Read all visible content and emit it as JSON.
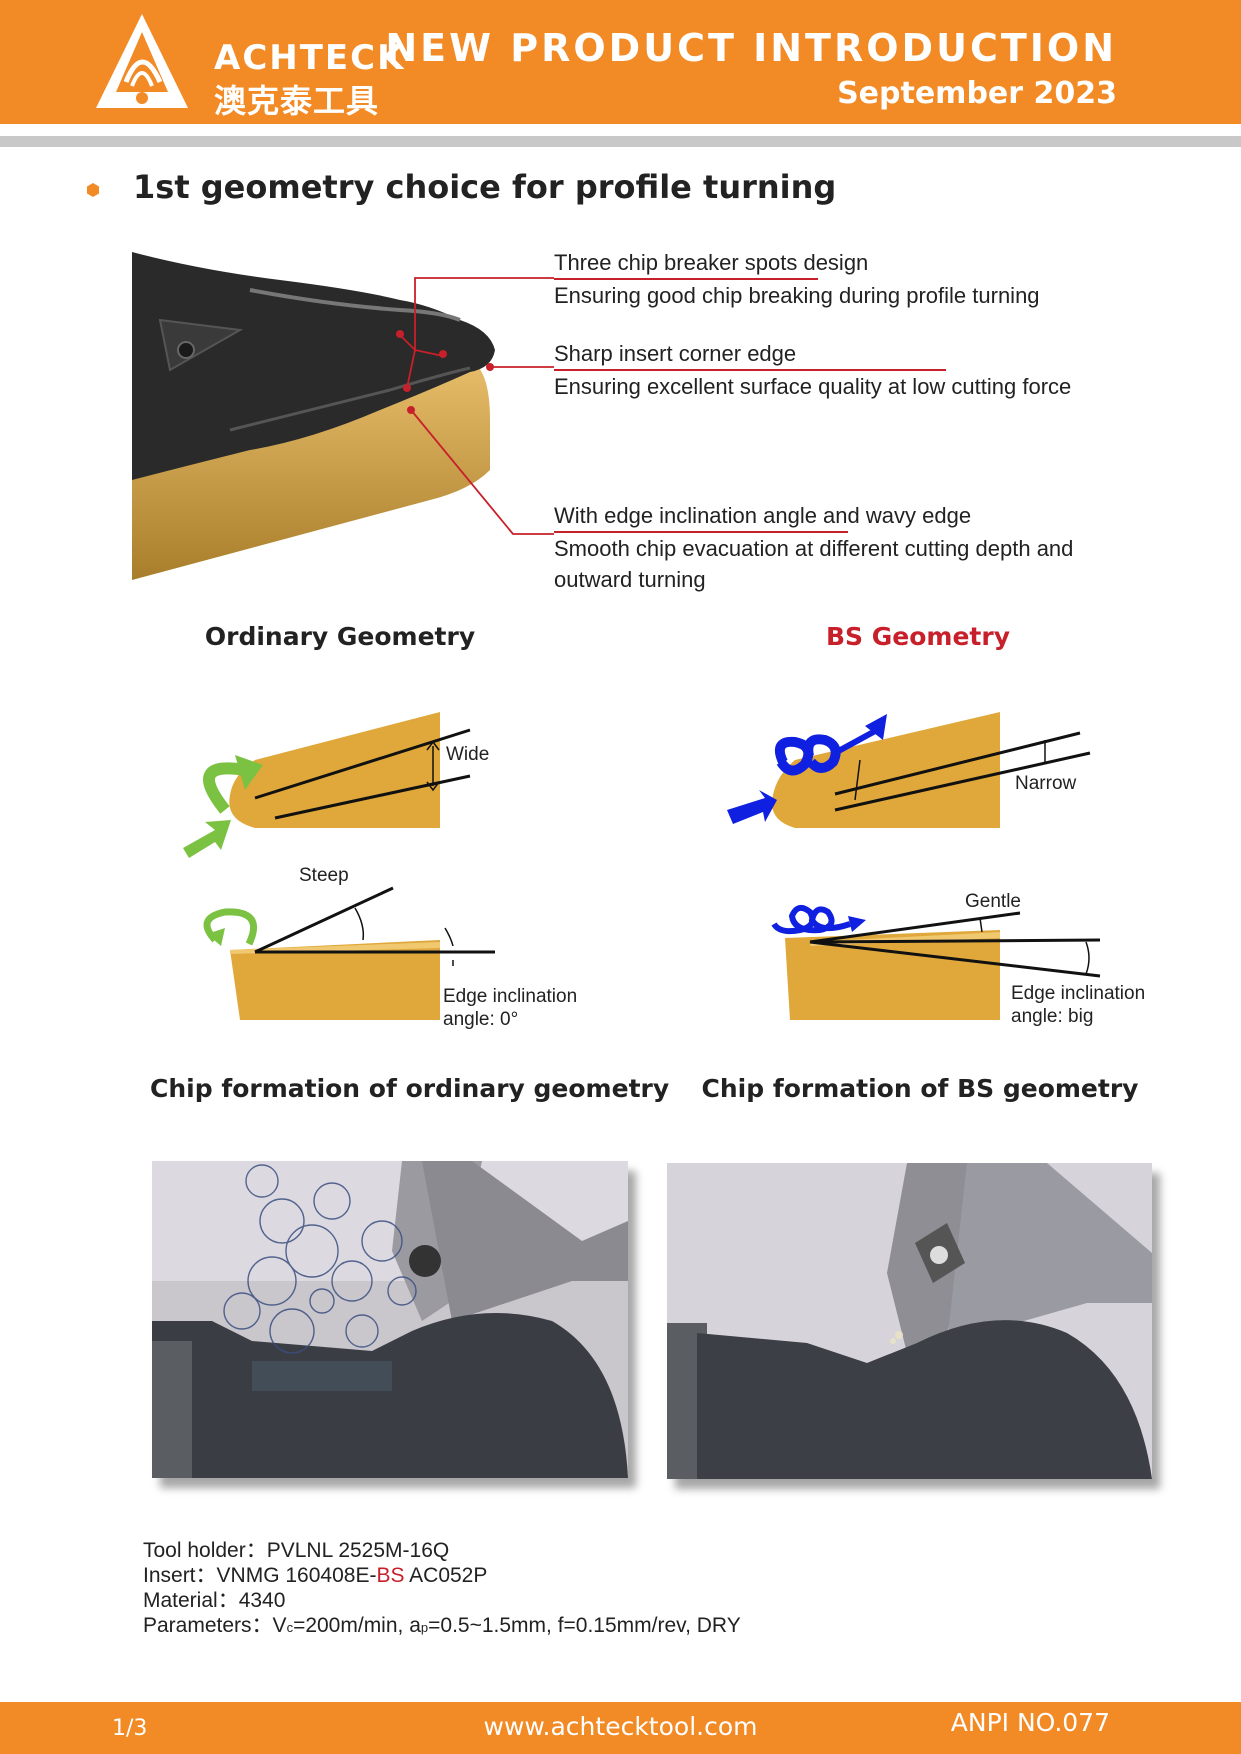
{
  "header": {
    "logo_text": "ACHTECK",
    "logo_cn": "澳克泰工具",
    "title": "NEW  PRODUCT  INTRODUCTION",
    "date": "September 2023"
  },
  "section": {
    "title": "1st geometry choice for profile turning"
  },
  "callouts": [
    {
      "heading": "Three chip breaker spots design",
      "text": "Ensuring good chip breaking during profile turning"
    },
    {
      "heading": "Sharp insert corner edge",
      "text": "Ensuring excellent surface quality at low cutting force"
    },
    {
      "heading_a": "With edge inclination angle an",
      "heading_b": "d wavy edge",
      "text1": "Smooth chip evacuation at different cutting depth and",
      "text2": "outward turning"
    }
  ],
  "geometry": {
    "ordinary_title": "Ordinary Geometry",
    "bs_title": "BS Geometry",
    "ordinary_labels": {
      "wide": "Wide",
      "steep": "Steep",
      "edge1": "Edge inclination",
      "edge2": "angle: 0°"
    },
    "bs_labels": {
      "narrow": "Narrow",
      "gentle": "Gentle",
      "edge1": "Edge inclination",
      "edge2": "angle: big"
    }
  },
  "chip": {
    "ordinary_title": "Chip formation of ordinary geometry",
    "bs_title": "Chip formation of BS geometry"
  },
  "specs": {
    "holder_label": "Tool holder：",
    "holder_value": "PVLNL 2525M-16Q",
    "insert_label": "Insert：",
    "insert_value_a": "VNMG 160408E-",
    "insert_value_bs": "BS",
    "insert_value_b": " AC052P",
    "material_label": "Material：",
    "material_value": "4340",
    "params_label": "Parameters：",
    "vc_a": "V",
    "vc_sub": "c",
    "vc_b": "=200m/min, a",
    "ap_sub": "p",
    "rest": "=0.5~1.5mm, f=0.15mm/rev, DRY"
  },
  "footer": {
    "page": "1/3",
    "url": "www.achtecktool.com",
    "anpi": "ANPI NO.077"
  },
  "colors": {
    "brand_orange": "#f28a25",
    "accent_red": "#c8202a",
    "insert_gold": "#e0a83a",
    "insert_black": "#2a2a2a",
    "chip_green": "#7cc242",
    "chip_blue": "#1020e0"
  }
}
